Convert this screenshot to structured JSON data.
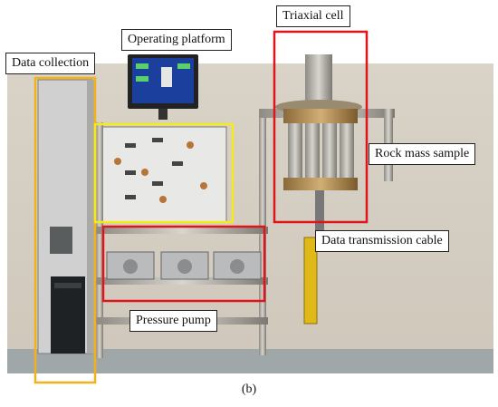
{
  "labels": {
    "data_collection": "Data collection",
    "operating_platform": "Operating platform",
    "triaxial_cell": "Triaxial cell",
    "rock_mass_sample": "Rock mass sample",
    "data_transmission_cable": "Data transmission cable",
    "pressure_pump": "Pressure pump"
  },
  "caption": "(b)",
  "colors": {
    "box_red": "#e0151b",
    "box_yellow": "#f5ea1a",
    "box_orange": "#f3b21c"
  }
}
